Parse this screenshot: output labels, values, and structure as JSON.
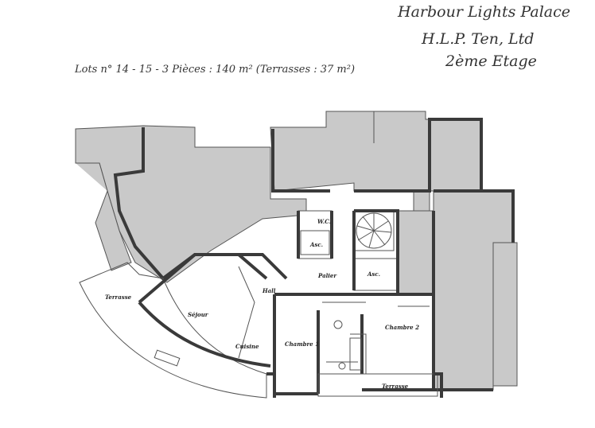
{
  "header": {
    "building": "Harbour Lights Palace",
    "company": "H.L.P. Ten, Ltd",
    "floor": "2ème Etage",
    "lot_summary": "Lots n° 14 - 15  -  3 Pièces : 140 m² (Terrasses : 37 m²)"
  },
  "rooms": {
    "terrace_left": "Terrasse",
    "sejour": "Séjour",
    "hall": "Hall",
    "palier": "Palier",
    "asc1": "Asc.",
    "asc2": "Asc.",
    "wc": "W.C.",
    "cuisine": "Cuisine",
    "chambre1": "Chambre 1",
    "chambre2": "Chambre 2",
    "terrace_bottom": "Terrasse"
  }
}
